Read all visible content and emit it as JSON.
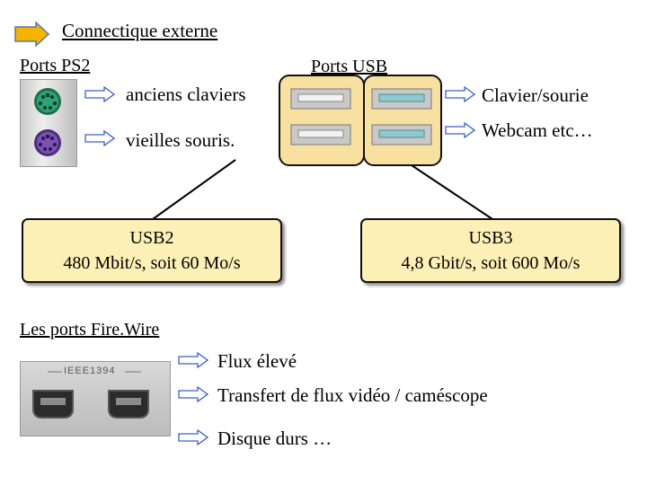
{
  "header": {
    "title": "Connectique externe"
  },
  "ps2": {
    "title": "Ports PS2",
    "items": [
      {
        "label": "anciens claviers"
      },
      {
        "label": "vieilles souris."
      }
    ]
  },
  "usb": {
    "title": "Ports USB",
    "items": [
      {
        "label": "Clavier/sourie"
      },
      {
        "label": "Webcam etc…"
      }
    ],
    "usb2": {
      "line1": "USB2",
      "line2": "480 Mbit/s, soit 60 Mo/s"
    },
    "usb3": {
      "line1": "USB3",
      "line2": "4,8 Gbit/s, soit 600 Mo/s"
    }
  },
  "firewire": {
    "title": "Les ports Fire.Wire",
    "plate_label": "IEEE1394",
    "items": [
      {
        "label": "Flux élevé"
      },
      {
        "label": "Transfert de flux vidéo / caméscope"
      },
      {
        "label": "Disque durs …"
      }
    ]
  },
  "colors": {
    "box_fill": "#fdf0b6",
    "header_arrow": "#f5b400",
    "port_arrow": "#ffffff",
    "ps2_green": "#2fa37a",
    "ps2_purple": "#7b52b3"
  },
  "icons": [
    "orange-arrow-icon",
    "right-arrow-icon",
    "ps2-port-icon",
    "usb-port-icon",
    "firewire-port-icon"
  ]
}
